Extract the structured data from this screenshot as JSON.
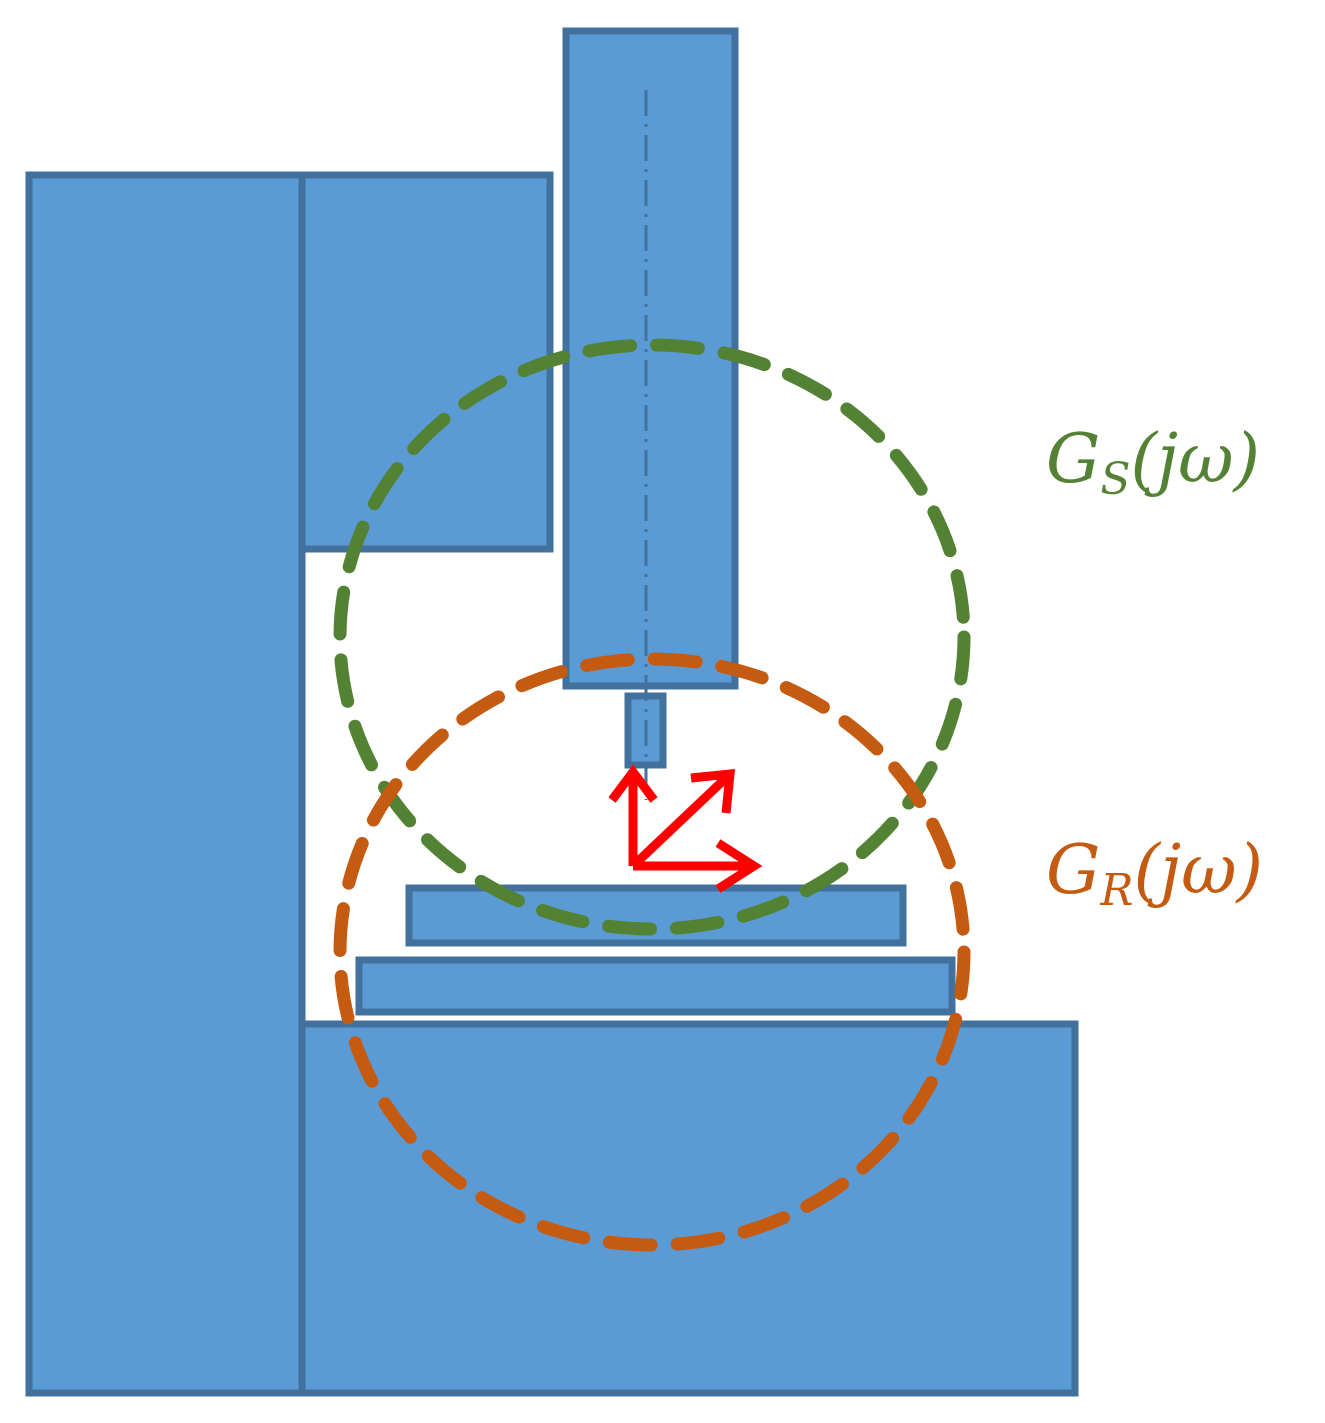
{
  "labels": {
    "gs": {
      "symbol": "G",
      "subscript": "S",
      "argument": "(jω)",
      "color": "#548235"
    },
    "gr": {
      "symbol": "G",
      "subscript": "R",
      "argument": "(jω)",
      "color": "#C55A11"
    }
  },
  "colors": {
    "block_fill": "#5B9BD5",
    "block_stroke": "#41719C",
    "arrow": "#FF0000"
  }
}
